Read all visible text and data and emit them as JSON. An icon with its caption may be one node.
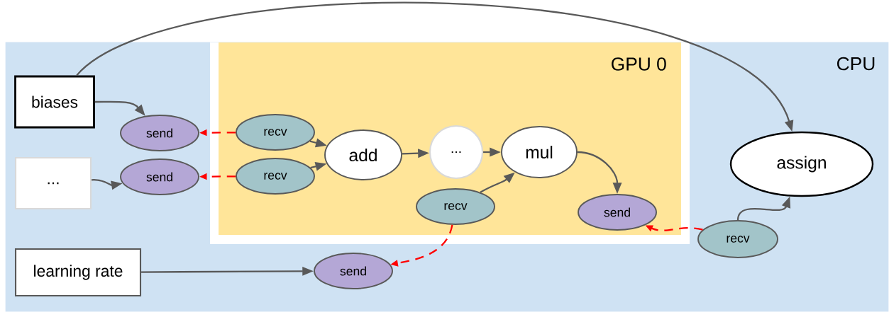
{
  "diagram": {
    "nodes": [
      {
        "text": [
          "CPU"
        ]
      },
      {
        "text": [
          "GPU 0"
        ],
        "in": 0
      },
      {
        "text": [
          "biases"
        ],
        "in": 0
      },
      {
        "text": [
          "..."
        ],
        "in": 0
      },
      {
        "text": [
          "learning rate"
        ],
        "in": 0
      },
      {
        "text": [
          "send"
        ],
        "in": 0
      },
      {
        "text": [
          "send"
        ],
        "in": 0
      },
      {
        "text": [
          "send"
        ],
        "in": 0
      },
      {
        "text": [
          "recv"
        ],
        "in": 1
      },
      {
        "text": [
          "recv"
        ],
        "in": 1
      },
      {
        "text": [
          "add"
        ],
        "in": 1
      },
      {
        "text": [
          "..."
        ],
        "in": 1
      },
      {
        "text": [
          "mul"
        ],
        "in": 1
      },
      {
        "text": [
          "recv"
        ],
        "in": 1
      },
      {
        "text": [
          "send"
        ],
        "in": 1
      },
      {
        "text": [
          "recv"
        ],
        "in": 0
      },
      {
        "text": [
          "assign"
        ],
        "in": 0
      }
    ],
    "edges": [
      {
        "from": 2,
        "to": 16,
        "arrow": "to"
      },
      {
        "from": 2,
        "to": 5,
        "arrow": "to"
      },
      {
        "from": 3,
        "to": 6,
        "arrow": "to"
      },
      {
        "from": 4,
        "to": 7,
        "arrow": "to"
      },
      {
        "from": 8,
        "to": 5,
        "arrow": "to",
        "style": "dashed",
        "color": "#ff0000"
      },
      {
        "from": 9,
        "to": 6,
        "arrow": "to",
        "style": "dashed",
        "color": "#ff0000"
      },
      {
        "from": 8,
        "to": 10,
        "arrow": "to"
      },
      {
        "from": 9,
        "to": 10,
        "arrow": "to"
      },
      {
        "from": 10,
        "to": 11,
        "arrow": "to"
      },
      {
        "from": 11,
        "to": 12,
        "arrow": "to"
      },
      {
        "from": 13,
        "to": 12,
        "arrow": "to"
      },
      {
        "from": 12,
        "to": 14,
        "arrow": "to"
      },
      {
        "from": 13,
        "to": 7,
        "arrow": "to",
        "style": "dashed",
        "color": "#ff0000"
      },
      {
        "from": 15,
        "to": 14,
        "arrow": "to",
        "style": "dashed",
        "color": "#ff0000"
      },
      {
        "from": 15,
        "to": 16,
        "arrow": "to"
      }
    ]
  }
}
